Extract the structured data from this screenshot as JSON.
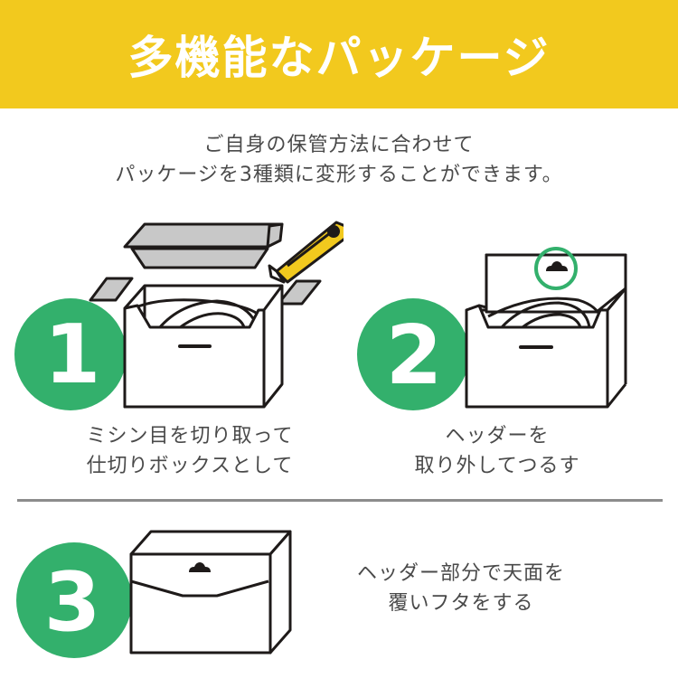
{
  "header": {
    "title": "多機能なパッケージ",
    "background_color": "#F2C91E"
  },
  "intro": {
    "line1": "ご自身の保管方法に合わせて",
    "line2": "パッケージを3種類に変形することができます。"
  },
  "steps": [
    {
      "number": "1",
      "icon": "box-with-cutter-icon",
      "caption_line1": "ミシン目を切り取って",
      "caption_line2": "仕切りボックスとして"
    },
    {
      "number": "2",
      "icon": "box-with-hanging-header-icon",
      "caption_line1": "ヘッダーを",
      "caption_line2": "取り外してつるす"
    },
    {
      "number": "3",
      "icon": "box-with-header-lid-icon",
      "caption_line1": "ヘッダー部分で天面を",
      "caption_line2": "覆いフタをする"
    }
  ],
  "colors": {
    "accent_green": "#33B06C",
    "accent_yellow": "#F2C91E",
    "text_gray": "#4a4a4a",
    "divider_gray": "#8c8c8c",
    "line_dark": "#1e1a19",
    "panel_gray": "#c8c8c8"
  }
}
